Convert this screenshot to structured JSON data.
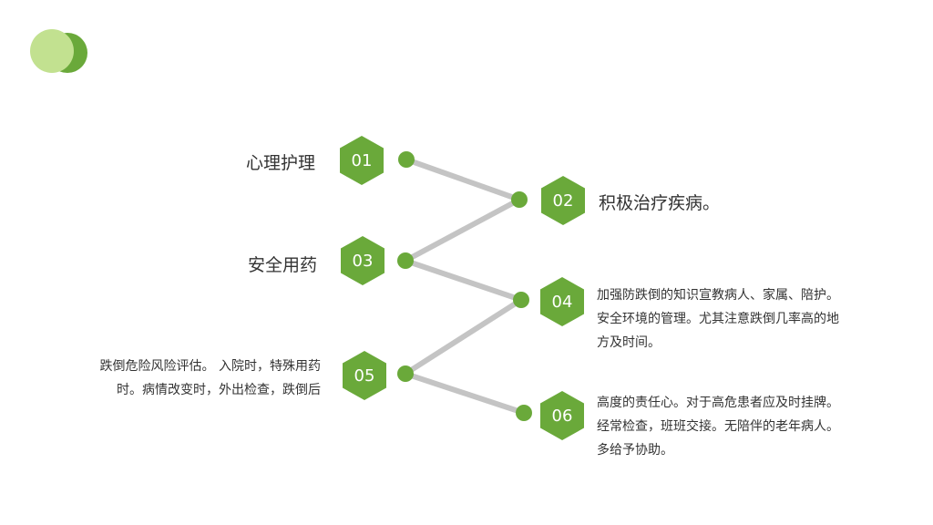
{
  "colors": {
    "accent": "#6aa93a",
    "accent_light": "#c2e190",
    "connector": "#c4c4c4",
    "text": "#333333"
  },
  "steps": [
    {
      "number": "01",
      "title": "心理护理"
    },
    {
      "number": "02",
      "title": "积极治疗疾病。"
    },
    {
      "number": "03",
      "title": "安全用药"
    },
    {
      "number": "04",
      "lines": [
        "加强防跌倒的知识宣教病人、家属、陪护。",
        "安全环境的管理。尤其注意跌倒几率高的地",
        "方及时间。"
      ]
    },
    {
      "number": "05",
      "lines": [
        "跌倒危险风险评估。 入院时，特殊用药",
        "时。病情改变时，外出检查，跌倒后"
      ]
    },
    {
      "number": "06",
      "lines": [
        "高度的责任心。对于高危患者应及时挂牌。",
        "经常检查，班班交接。无陪伴的老年病人。",
        "多给予协助。"
      ]
    }
  ]
}
